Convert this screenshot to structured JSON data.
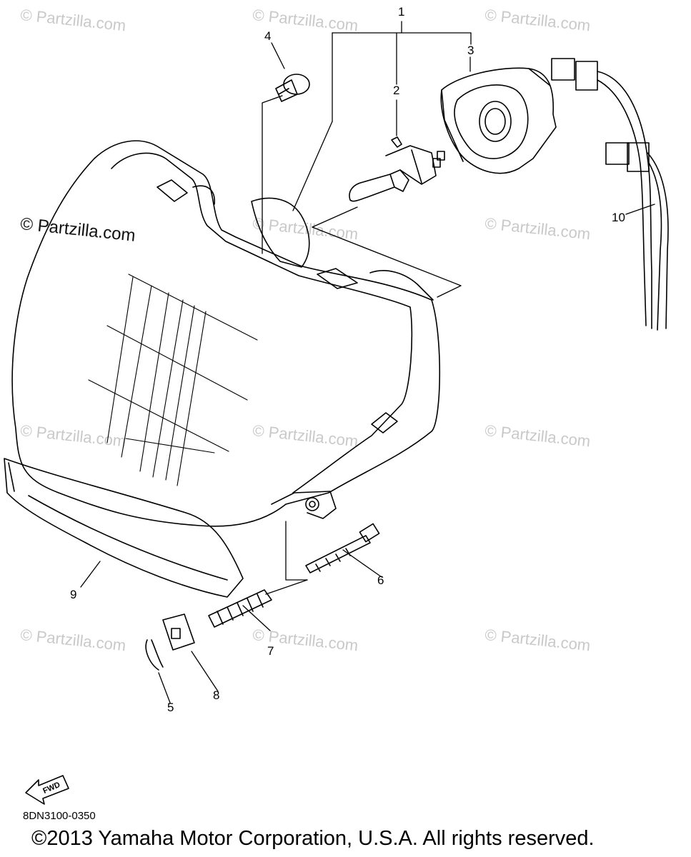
{
  "watermarks": {
    "text": "© Partzilla.com",
    "prominent_text": "© Partzilla.com"
  },
  "callouts": {
    "c1": "1",
    "c2": "2",
    "c3": "3",
    "c4": "4",
    "c5": "5",
    "c6": "6",
    "c7": "7",
    "c8": "8",
    "c9": "9",
    "c10": "10"
  },
  "fwd_label": "FWD",
  "diagram_code": "8DN3100-0350",
  "copyright": "©2013 Yamaha Motor Corporation, U.S.A. All rights reserved."
}
